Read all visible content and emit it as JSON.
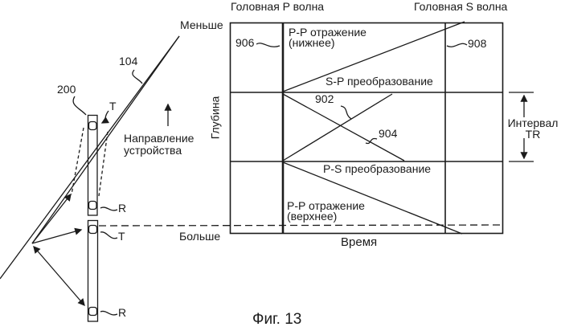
{
  "figure_caption": "Фиг. 13",
  "colors": {
    "ink": "#1b1b1b",
    "background": "#ffffff"
  },
  "left_diagram": {
    "less_label": "Меньше",
    "more_label": "Больше",
    "ref_104": "104",
    "ref_200": "200",
    "transmitter_top": "T",
    "receiver_top": "R",
    "transmitter_mid": "T",
    "receiver_bottom": "R",
    "direction_line1": "Направление",
    "direction_line2": "устройства"
  },
  "chart": {
    "header_p_wave": "Головная P волна",
    "header_s_wave": "Головная S волна",
    "pp_reflection_lower_line1": "P-P отражение",
    "pp_reflection_lower_line2": "(нижнее)",
    "sp_conversion": "S-P преобразование",
    "ps_conversion": "P-S преобразование",
    "pp_reflection_upper_line1": "P-P отражение",
    "pp_reflection_upper_line2": "(верхнее)",
    "ref_906": "906",
    "ref_908": "908",
    "ref_902": "902",
    "ref_904": "904",
    "depth_axis": "Глубина",
    "time_axis": "Время",
    "interval_line1": "Интервал",
    "interval_line2": "TR"
  }
}
